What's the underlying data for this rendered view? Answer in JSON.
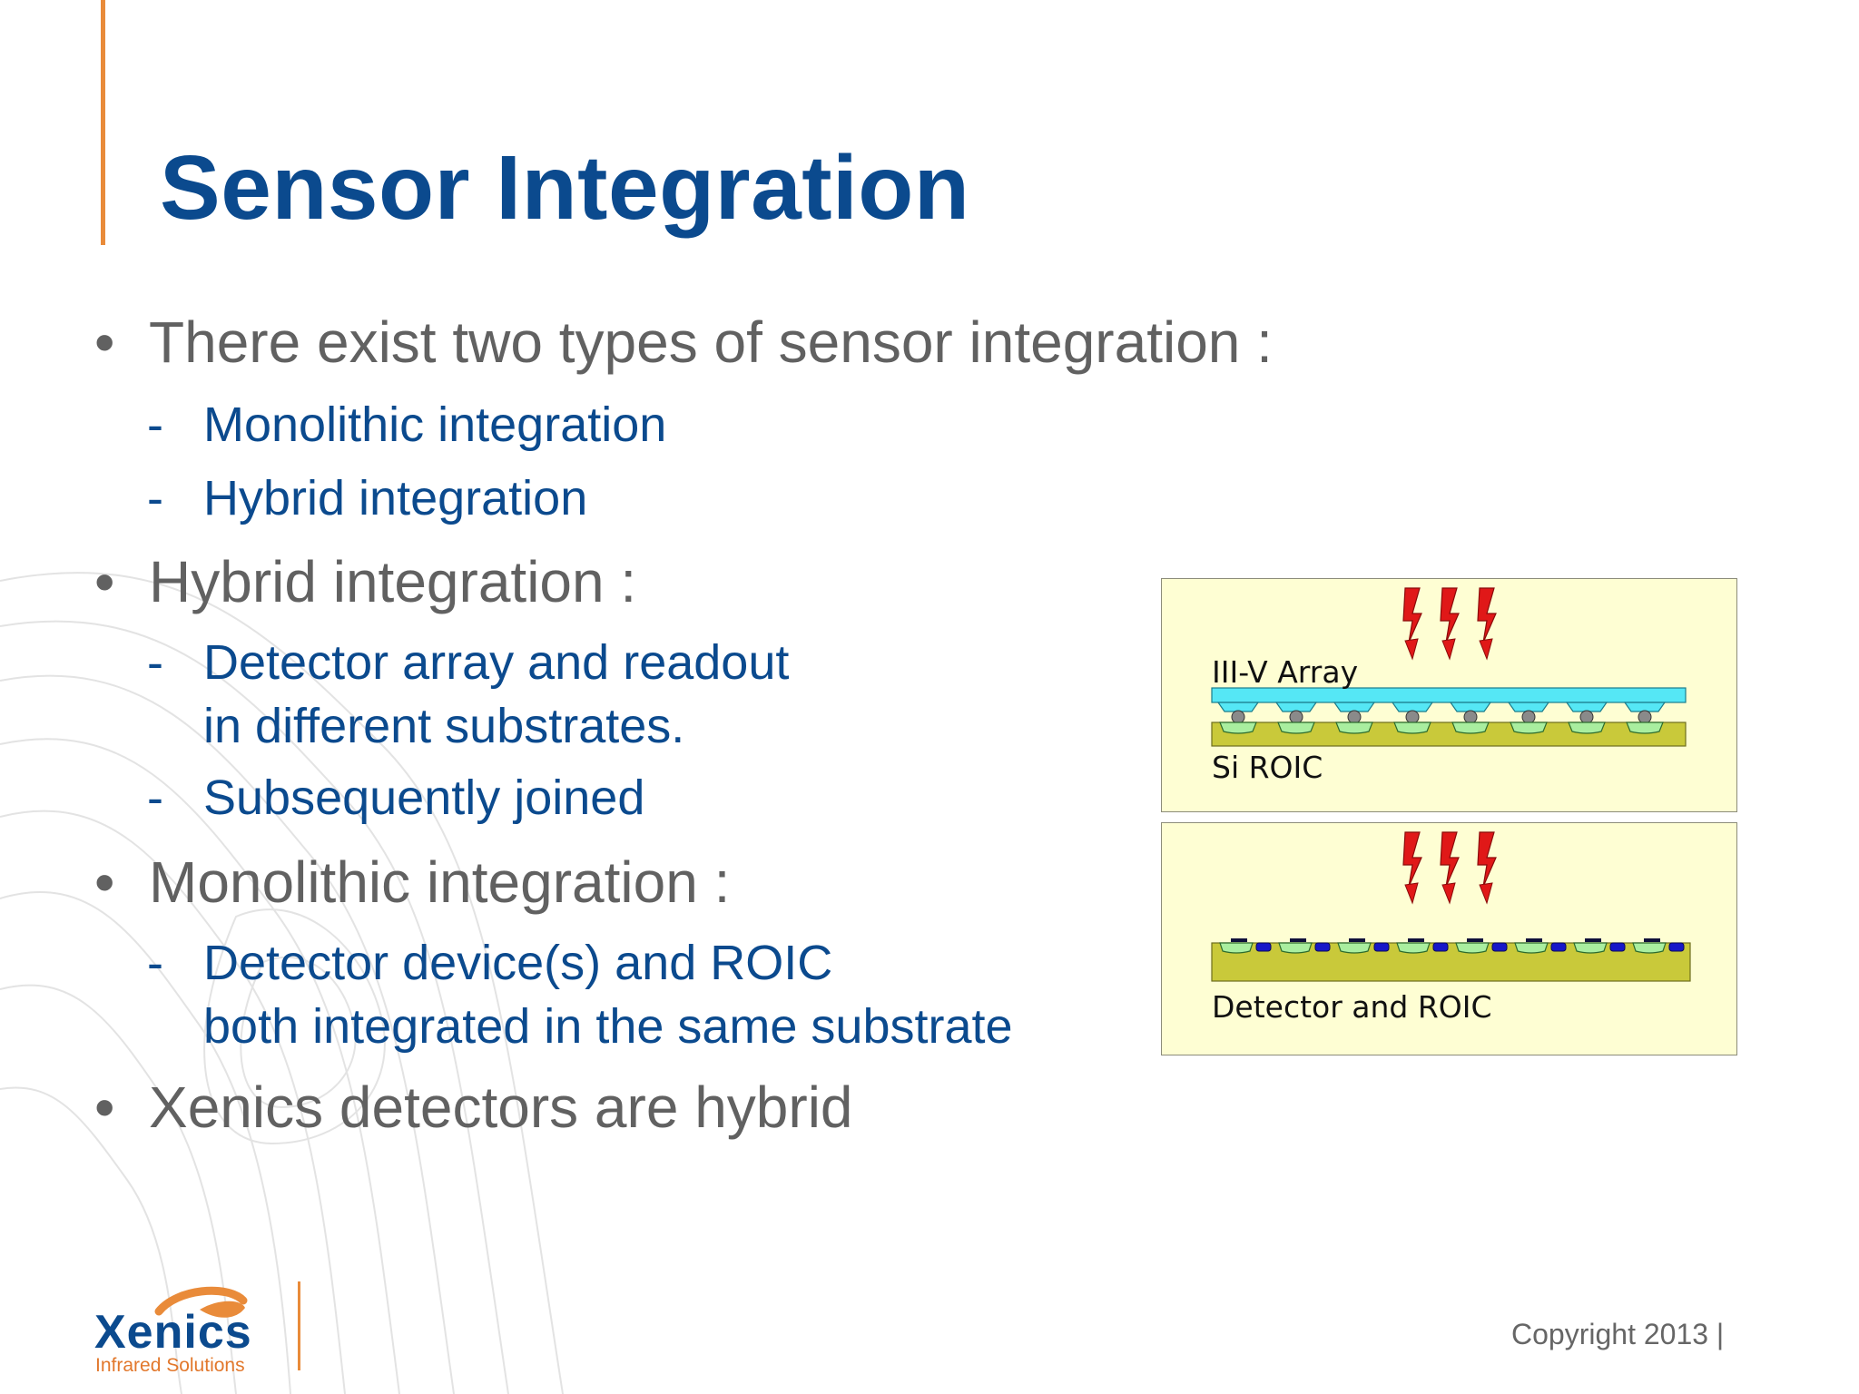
{
  "slide": {
    "title": "Sensor Integration",
    "bullets": [
      {
        "symbol": "•",
        "text": "There exist two types of sensor integration :"
      },
      {
        "symbol": "-",
        "text": "Monolithic integration"
      },
      {
        "symbol": "-",
        "text": "Hybrid integration"
      },
      {
        "symbol": "•",
        "text": "Hybrid integration :"
      },
      {
        "symbol": "-",
        "lines": [
          "Detector array and readout",
          "in different substrates."
        ]
      },
      {
        "symbol": "-",
        "text": "Subsequently joined"
      },
      {
        "symbol": "•",
        "text": "Monolithic integration :"
      },
      {
        "symbol": "-",
        "lines": [
          "Detector device(s) and ROIC",
          "both integrated in the same substrate"
        ]
      },
      {
        "symbol": "•",
        "text": "Xenics detectors are hybrid"
      }
    ]
  },
  "diagram": {
    "hybrid_panel": {
      "top_label": "III-V Array",
      "bottom_label": "Si ROIC"
    },
    "monolithic_panel": {
      "label": "Detector and ROIC"
    },
    "colors": {
      "panel_bg": "#fefed3",
      "array": "#55e7f5",
      "roic": "#c9c93a",
      "pixel_pad": "#a9ee9f",
      "contact": "#1717c8",
      "lightning": "#e01818"
    }
  },
  "footer": {
    "logo_name": "Xenics",
    "logo_tagline": "Infrared Solutions",
    "copyright": "Copyright 2013 |"
  },
  "colors": {
    "title": "#0b4a8e",
    "accent": "#e98b3a",
    "bullet_gray": "#616161",
    "sub_blue": "#0b4a8e"
  }
}
